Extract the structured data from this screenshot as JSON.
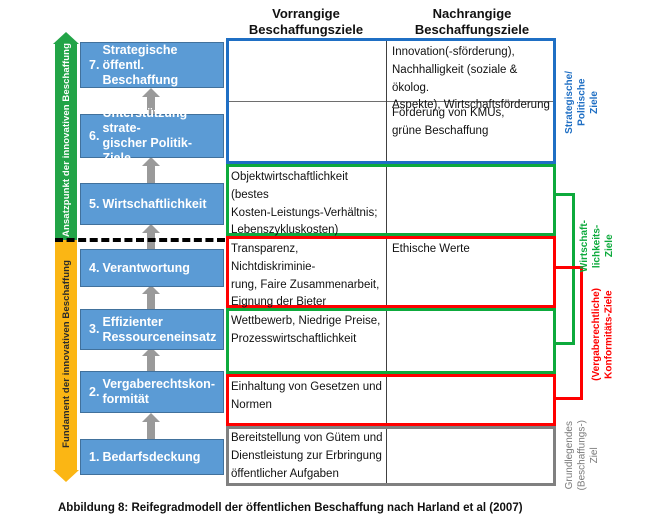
{
  "figure": {
    "caption": "Abbildung 8: Reifegradmodell der öffentlichen Beschaffung nach Harland et al (2007)"
  },
  "columns": {
    "primary": "Vorrangige\nBeschaffungsziele",
    "primary_line1": "Vorrangige",
    "primary_line2": "Beschaffungsziele",
    "secondary_line1": "Nachrangige",
    "secondary_line2": "Beschaffungsziele"
  },
  "side_arrows": {
    "top": {
      "label": "Ansatzpunkt der innovativen Beschaffung",
      "color": "#22A447",
      "direction": "up"
    },
    "bottom": {
      "label": "Fundament der innovativen Beschaffung",
      "color": "#FBB614",
      "direction": "down"
    }
  },
  "steps": [
    {
      "num": "7.",
      "label": "Strategische öffentl. Beschaffung"
    },
    {
      "num": "6.",
      "label": "Unterstützung strate-gischer Politik-Ziele"
    },
    {
      "num": "5.",
      "label": "Wirtschaftlichkeit"
    },
    {
      "num": "4.",
      "label": "Verantwortung"
    },
    {
      "num": "3.",
      "label": "Effizienter Ressourceneinsatz"
    },
    {
      "num": "2.",
      "label": "Vergaberechtskon-formität"
    },
    {
      "num": "1.",
      "label": "Bedarfsdeckung"
    }
  ],
  "step_labels": {
    "s7_l1": "Strategische öffentl.",
    "s7_l2": "Beschaffung",
    "s6_l1": "Unterstützung strate-",
    "s6_l2": "gischer Politik-Ziele",
    "s5_l1": "Wirtschaftlichkeit",
    "s4_l1": "Verantwortung",
    "s3_l1": "Effizienter",
    "s3_l2": "Ressourceneinsatz",
    "s2_l1": "Vergaberechtskon-",
    "s2_l2": "formität",
    "s1_l1": "Bedarfsdeckung"
  },
  "step_numbers": {
    "n7": "7.",
    "n6": "6.",
    "n5": "5.",
    "n4": "4.",
    "n3": "3.",
    "n2": "2.",
    "n1": "1."
  },
  "table": {
    "rows": [
      {
        "step": "7",
        "band": "blue",
        "primary": "",
        "secondary": "Innovation(-sförderung), Nachhaltigkeit (soziale & ökolog. Aspekte), Wirtschaftsförderung"
      },
      {
        "step": "6",
        "band": "blue",
        "primary": "",
        "secondary": "Förderung von KMUs, grüne Beschaffung"
      },
      {
        "step": "5",
        "band": "green",
        "primary": "Objektwirtschaftlichkeit (bestes Kosten-Leistungs-Verhältnis; Lebenszykluskosten)",
        "secondary": ""
      },
      {
        "step": "4",
        "band": "red",
        "primary": "Transparenz, Nichtdiskriminie-rung, Faire Zusammenarbeit, Eignung der Bieter",
        "secondary": "Ethische Werte"
      },
      {
        "step": "3",
        "band": "green",
        "primary": "Wettbewerb, Niedrige Preise, Prozesswirtschaftlichkeit",
        "secondary": ""
      },
      {
        "step": "2",
        "band": "red",
        "primary": "Einhaltung von Gesetzen und Normen",
        "secondary": ""
      },
      {
        "step": "1",
        "band": "gray",
        "primary": "Bereitstellung von Gütem und Dienstleistung zur Erbringung öffentlicher Aufgaben",
        "secondary": ""
      }
    ],
    "cells": {
      "r7_sec_l1": "Innovation(-sförderung),",
      "r7_sec_l2": "Nachhalligkeit (soziale & ökolog.",
      "r7_sec_l3": "Aspekte), Wirtschaftsförderung",
      "r6_sec_l1": "Förderung von KMUs,",
      "r6_sec_l2": "grüne Beschaffung",
      "r5_pri_l1": "Objektwirtschaftlichkeit (bestes",
      "r5_pri_l2": "Kosten-Leistungs-Verhältnis;",
      "r5_pri_l3": "Lebenszykluskosten)",
      "r4_pri_l1": "Transparenz, Nichtdiskriminie-",
      "r4_pri_l2": "rung, Faire Zusammenarbeit,",
      "r4_pri_l3": "Eignung der Bieter",
      "r4_sec_l1": "Ethische Werte",
      "r3_pri_l1": "Wettbewerb, Niedrige Preise,",
      "r3_pri_l2": "Prozesswirtschaftlichkeit",
      "r2_pri_l1": "Einhaltung von Gesetzen und",
      "r2_pri_l2": "Normen",
      "r1_pri_l1": "Bereitstellung von Gütem und",
      "r1_pri_l2": "Dienstleistung zur Erbringung",
      "r1_pri_l3": "öffentlicher Aufgaben"
    }
  },
  "goal_groups": [
    {
      "label": "Strategische/\nPolitische\nZiele",
      "color": "#1F6FC4"
    },
    {
      "label": "Wirtschaft-\nlichkeits-\nZiele",
      "color": "#0DAA3C"
    },
    {
      "label": "(Vergaberechtliche)\nKonformitäts-Ziele",
      "color": "#FF0000"
    },
    {
      "label": "Grundlegendes\n(Beschaffungs-)\nZiel",
      "color": "#7a7a7a"
    }
  ],
  "goal_group_text": {
    "blue_l1": "Strategische/",
    "blue_l2": "Politische",
    "blue_l3": "Ziele",
    "green_l1": "Wirtschaft-",
    "green_l2": "lichkeits-",
    "green_l3": "Ziele",
    "red_l1": "(Vergaberechtliche)",
    "red_l2": "Konformitäts-Ziele",
    "gray_l1": "Grundlegendes",
    "gray_l2": "(Beschaffungs-)",
    "gray_l3": "Ziel"
  },
  "colors": {
    "step_fill": "#5B9BD5",
    "step_border": "#41719C",
    "arrow_green": "#22A447",
    "arrow_yellow": "#FBB614",
    "band_blue": "#1F6FC4",
    "band_green": "#0DAA3C",
    "band_red": "#FF0000",
    "band_gray": "#808080",
    "connector": "#9a9a9a"
  }
}
